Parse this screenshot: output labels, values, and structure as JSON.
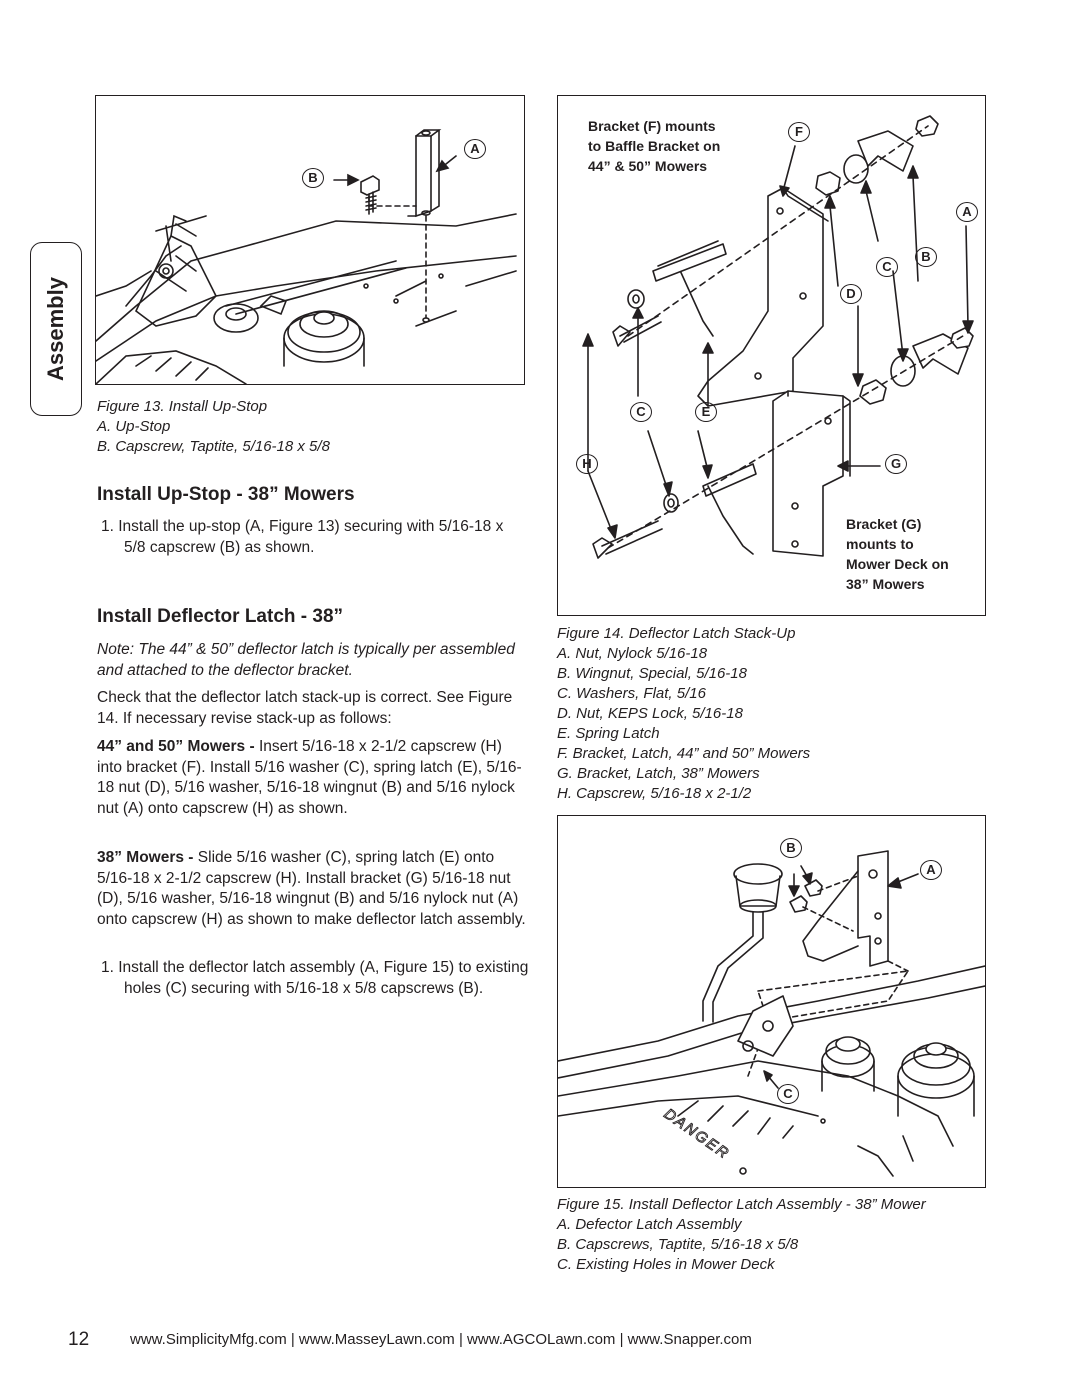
{
  "sidebar": {
    "tab_label": "Assembly"
  },
  "figure13": {
    "callouts": [
      "A",
      "B"
    ],
    "caption": "Figure 13. Install Up-Stop",
    "items": [
      "A.  Up-Stop",
      "B.  Capscrew, Taptite, 5/16-18 x 5/8"
    ]
  },
  "section_upstop": {
    "heading": "Install Up-Stop - 38” Mowers",
    "steps": [
      "1.  Install the up-stop (A, Figure 13) securing with 5/16-18 x 5/8 capscrew (B) as shown."
    ]
  },
  "section_deflector": {
    "heading": "Install Deflector Latch - 38”",
    "note": "Note: The 44” & 50” deflector latch is typically per assembled and attached to the deflector bracket.",
    "check": "Check that the deflector latch stack-up is correct.  See Figure 14.  If necessary revise stack-up as follows:",
    "p44_lead": "44” and 50” Mowers - ",
    "p44_text": "Insert 5/16-18 x 2-1/2 capscrew (H) into bracket (F).  Install 5/16 washer (C), spring latch (E), 5/16-18 nut (D), 5/16 washer, 5/16-18 wingnut (B) and 5/16 nylock nut (A) onto capscrew (H) as shown.",
    "p38_lead": "38” Mowers - ",
    "p38_text": "Slide 5/16 washer (C), spring latch (E) onto 5/16-18 x 2-1/2 capscrew (H). Install bracket (G) 5/16-18 nut (D), 5/16 washer, 5/16-18 wingnut (B) and 5/16 nylock nut (A) onto capscrew (H) as shown to make deflector latch assembly.",
    "steps": [
      "1.  Install the deflector latch assembly (A, Figure 15) to existing holes (C) securing with 5/16-18 x 5/8 capscrews (B)."
    ]
  },
  "figure14": {
    "callout_f": "Bracket (F) mounts\nto Baffle Bracket on\n44” & 50” Mowers",
    "callout_g": "Bracket (G)\nmounts to\nMower Deck on\n38” Mowers",
    "letters": [
      "F",
      "A",
      "C",
      "B",
      "D",
      "C",
      "E",
      "H",
      "G"
    ],
    "caption": "Figure 14. Deflector Latch Stack-Up",
    "items": [
      "A.  Nut, Nylock 5/16-18",
      "B.  Wingnut, Special, 5/16-18",
      "C.  Washers, Flat, 5/16",
      "D.  Nut, KEPS Lock, 5/16-18",
      "E.  Spring Latch",
      "F.  Bracket, Latch, 44” and 50” Mowers",
      "G.  Bracket, Latch, 38” Mowers",
      "H.  Capscrew, 5/16-18 x 2-1/2"
    ]
  },
  "figure15": {
    "callouts": [
      "B",
      "A",
      "C"
    ],
    "deck_text": "DANGER",
    "caption": "Figure 15. Install Deflector Latch Assembly - 38” Mower",
    "items": [
      "A.  Defector Latch Assembly",
      "B.  Capscrews, Taptite, 5/16-18 x 5/8",
      "C.  Existing Holes in Mower Deck"
    ]
  },
  "footer": {
    "page_number": "12",
    "links": "www.SimplicityMfg.com | www.MasseyLawn.com | www.AGCOLawn.com | www.Snapper.com"
  }
}
